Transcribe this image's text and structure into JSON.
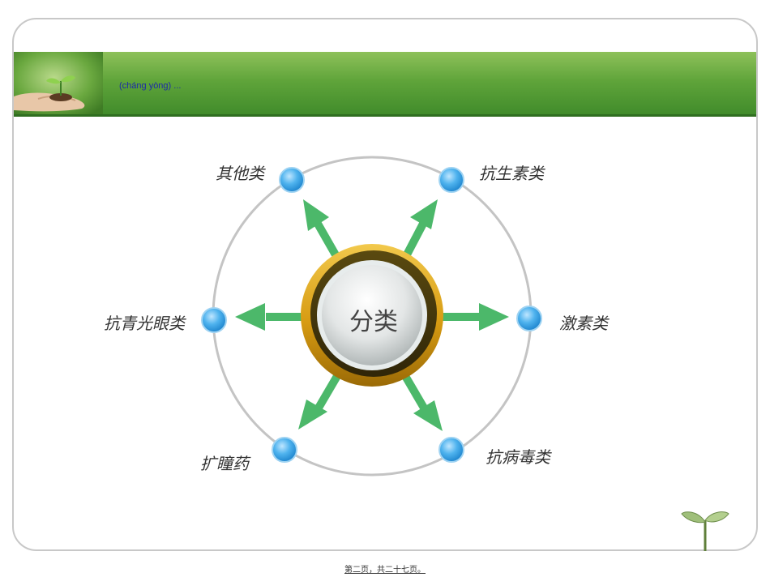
{
  "header": {
    "pinyin": "(cháng yòng)",
    "trailing": "..."
  },
  "diagram": {
    "center_label": "分类",
    "categories": [
      {
        "key": "other",
        "label": "其他类"
      },
      {
        "key": "antibiotic",
        "label": "抗生素类"
      },
      {
        "key": "antiglaucoma",
        "label": "抗青光眼类"
      },
      {
        "key": "hormone",
        "label": "激素类"
      },
      {
        "key": "mydriatic",
        "label": "扩瞳药"
      },
      {
        "key": "antiviral",
        "label": "抗病毒类"
      }
    ]
  },
  "footer": {
    "page_text": "第二页，共二十七页。"
  },
  "colors": {
    "header_green": "#5fa43a",
    "arrow_green": "#4cb86a",
    "node_blue": "#3ea7e6",
    "center_gold": "#d9a51c"
  }
}
